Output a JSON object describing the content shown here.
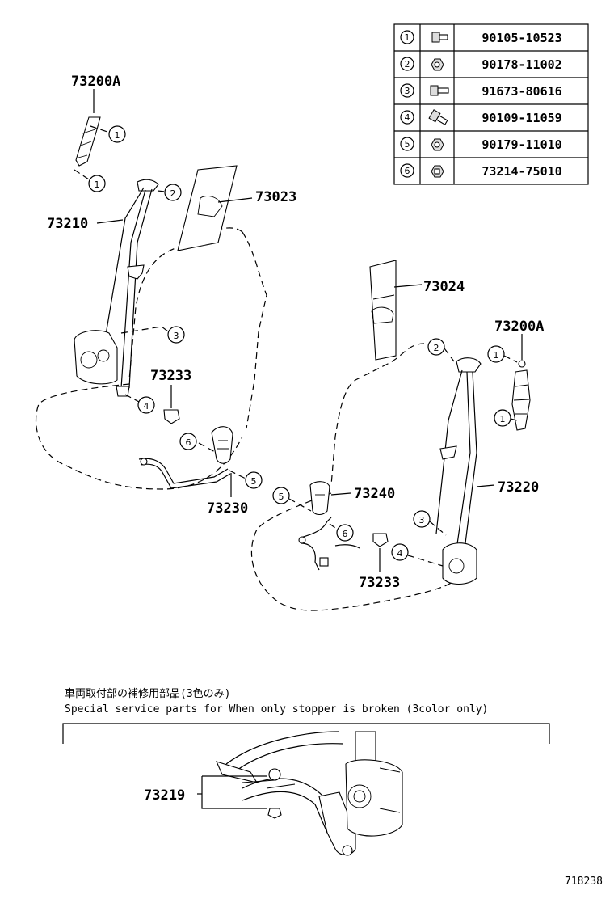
{
  "legend": [
    {
      "num": "1",
      "part": "90105-10523",
      "icon": "bolt-icon"
    },
    {
      "num": "2",
      "part": "90178-11002",
      "icon": "nut-icon"
    },
    {
      "num": "3",
      "part": "91673-80616",
      "icon": "bolt-icon"
    },
    {
      "num": "4",
      "part": "90109-11059",
      "icon": "bolt-icon"
    },
    {
      "num": "5",
      "part": "90179-11010",
      "icon": "nut-icon"
    },
    {
      "num": "6",
      "part": "73214-75010",
      "icon": "nut-icon"
    }
  ],
  "labels": {
    "adjuster_left": "73200A",
    "belt_left": "73210",
    "trim_left": "73023",
    "cover_left": "73233",
    "buckle_left": "73230",
    "trim_right": "73024",
    "adjuster_right": "73200A",
    "belt_right": "73220",
    "buckle_right": "73240",
    "cover_right": "73233",
    "stopper": "73219"
  },
  "callouts": {
    "c1a": "1",
    "c1b": "1",
    "c2a": "2",
    "c3a": "3",
    "c4a": "4",
    "c6a": "6",
    "c5a": "5",
    "c2b": "2",
    "c1c": "1",
    "c1d": "1",
    "c3b": "3",
    "c4b": "4",
    "c5b": "5",
    "c6b": "6"
  },
  "note": {
    "jp": "車両取付部の補修用部品(3色のみ)",
    "en": "Special  service  parts  for  When  only  stopper  is  broken  (3color  only)"
  },
  "ref_code": "718238"
}
